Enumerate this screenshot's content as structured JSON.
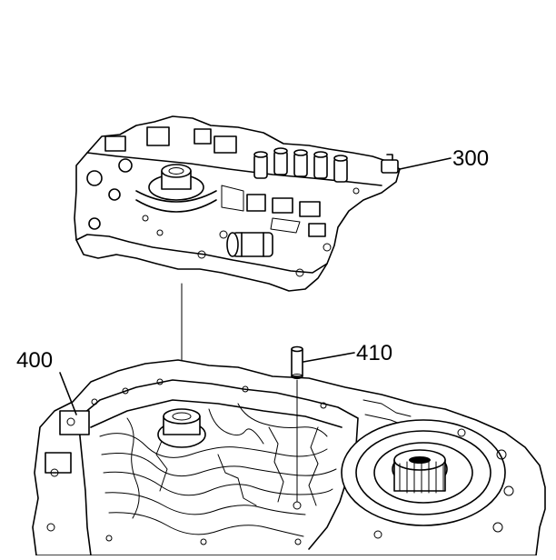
{
  "labels": {
    "valve_body": "300",
    "case": "400",
    "pin": "410"
  },
  "colors": {
    "ink": "#000000",
    "paper": "#ffffff"
  }
}
